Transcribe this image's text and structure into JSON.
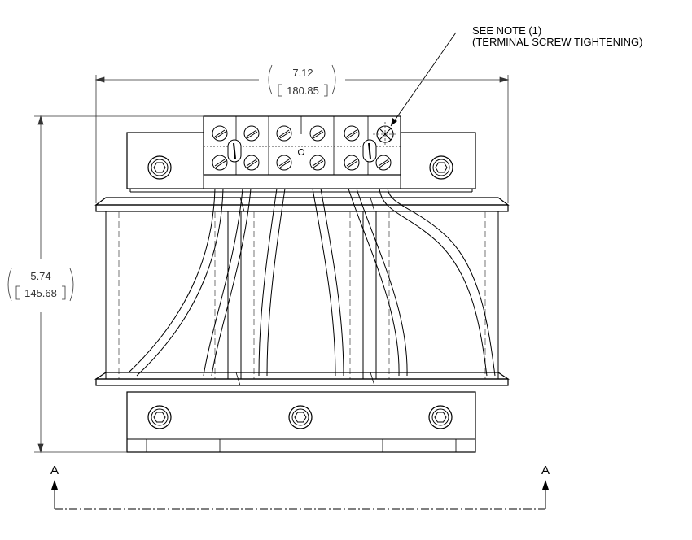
{
  "note": {
    "line1": "SEE NOTE (1)",
    "line2": "(TERMINAL SCREW TIGHTENING)"
  },
  "width_dim": {
    "inches": "7.12",
    "mm": "180.85"
  },
  "height_dim": {
    "inches": "5.74",
    "mm": "145.68"
  },
  "section": {
    "left_label": "A",
    "right_label": "A"
  }
}
